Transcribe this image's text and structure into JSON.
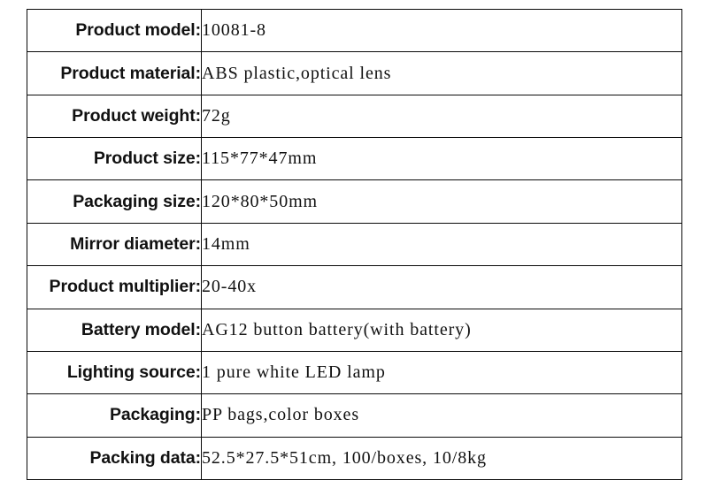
{
  "document": {
    "type": "product-specification-table",
    "background_color": "#ffffff",
    "border_color": "#0a0a0a",
    "text_color": "#111111"
  },
  "table": {
    "column_count": 2,
    "row_count": 11,
    "columns": [
      {
        "key": "label",
        "align": "right"
      },
      {
        "key": "value",
        "align": "left"
      }
    ],
    "rows": [
      {
        "label": "Product model:",
        "value": "10081-8"
      },
      {
        "label": "Product material:",
        "value": "ABS plastic,optical lens"
      },
      {
        "label": "Product weight:",
        "value": "72g"
      },
      {
        "label": "Product size:",
        "value": "115*77*47mm"
      },
      {
        "label": "Packaging size:",
        "value": "120*80*50mm"
      },
      {
        "label": "Mirror diameter:",
        "value": "14mm"
      },
      {
        "label": "Product multiplier:",
        "value": "20-40x"
      },
      {
        "label": "Battery model:",
        "value": "AG12 button battery(with battery)"
      },
      {
        "label": "Lighting source:",
        "value": "1 pure white LED lamp"
      },
      {
        "label": "Packaging:",
        "value": "PP bags,color boxes"
      },
      {
        "label": "Packing data:",
        "value": "52.5*27.5*51cm, 100/boxes, 10/8kg"
      }
    ]
  }
}
